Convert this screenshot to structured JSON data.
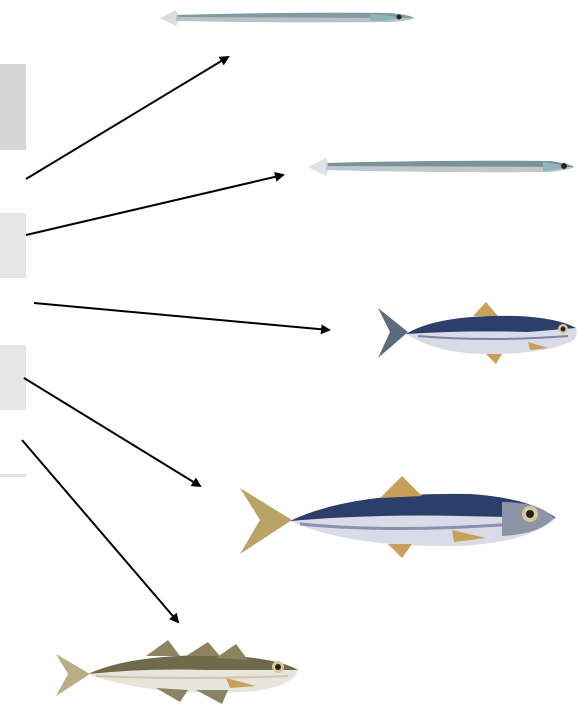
{
  "diagram": {
    "description_only": "",
    "fish": [
      {
        "id": "sandeel-small",
        "name": ""
      },
      {
        "id": "sandeel-large",
        "name": ""
      },
      {
        "id": "sprat",
        "name": ""
      },
      {
        "id": "herring",
        "name": ""
      },
      {
        "id": "gadoid",
        "name": ""
      }
    ],
    "colors": {
      "panel": "#e6e6e6",
      "panel_dark": "#d6d6d6",
      "arrow": "#000000",
      "sandeel_body": "#b9c3c6",
      "sandeel_back": "#7f9aa0",
      "herring_back": "#2c3e6a",
      "herring_belly": "#d9dbe6",
      "fin": "#c7a15a",
      "gadoid_back": "#6f6a4a",
      "gadoid_belly": "#e8e6dc"
    }
  }
}
